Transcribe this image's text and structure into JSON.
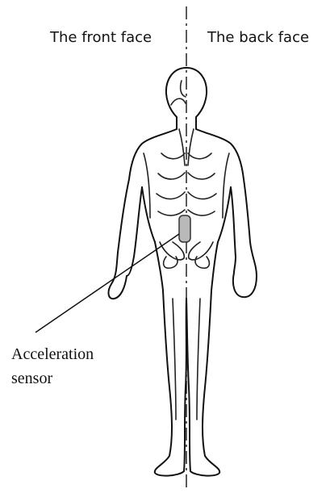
{
  "labels": {
    "front_face": "The front face",
    "back_face": "The back face",
    "sensor_line1": "Acceleration",
    "sensor_line2": "sensor"
  },
  "colors": {
    "ink": "#111111",
    "sensor_fill": "#b9b9b9"
  }
}
